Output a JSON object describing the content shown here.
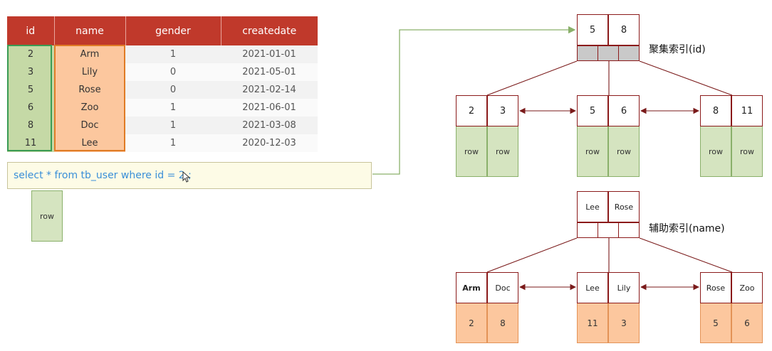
{
  "table": {
    "headers": [
      "id",
      "name",
      "gender",
      "createdate"
    ],
    "rows": [
      [
        "2",
        "Arm",
        "1",
        "2021-01-01"
      ],
      [
        "3",
        "Lily",
        "0",
        "2021-05-01"
      ],
      [
        "5",
        "Rose",
        "0",
        "2021-02-14"
      ],
      [
        "6",
        "Zoo",
        "1",
        "2021-06-01"
      ],
      [
        "8",
        "Doc",
        "1",
        "2021-03-08"
      ],
      [
        "11",
        "Lee",
        "1",
        "2020-12-03"
      ]
    ]
  },
  "query": {
    "sql": "select * from tb_user where id = 2 ;",
    "result_label": "row"
  },
  "clustered_index": {
    "label": "聚集索引(id)",
    "root_keys": [
      "5",
      "8"
    ],
    "leaves": [
      {
        "keys": [
          "2",
          "3"
        ],
        "values": [
          "row",
          "row"
        ]
      },
      {
        "keys": [
          "5",
          "6"
        ],
        "values": [
          "row",
          "row"
        ]
      },
      {
        "keys": [
          "8",
          "11"
        ],
        "values": [
          "row",
          "row"
        ]
      }
    ]
  },
  "secondary_index": {
    "label": "辅助索引(name)",
    "root_keys": [
      "Lee",
      "Rose"
    ],
    "leaves": [
      {
        "keys": [
          "Arm",
          "Doc"
        ],
        "values": [
          "2",
          "8"
        ]
      },
      {
        "keys": [
          "Lee",
          "Lily"
        ],
        "values": [
          "11",
          "3"
        ]
      },
      {
        "keys": [
          "Rose",
          "Zoo"
        ],
        "values": [
          "5",
          "6"
        ]
      }
    ]
  },
  "colors": {
    "header": "#c0392b",
    "id_highlight": "#3a9b53",
    "name_highlight": "#e07b25",
    "sql_text": "#3a8fd8",
    "link": "#7a1a1a",
    "query_arrow": "#8ab06a"
  }
}
